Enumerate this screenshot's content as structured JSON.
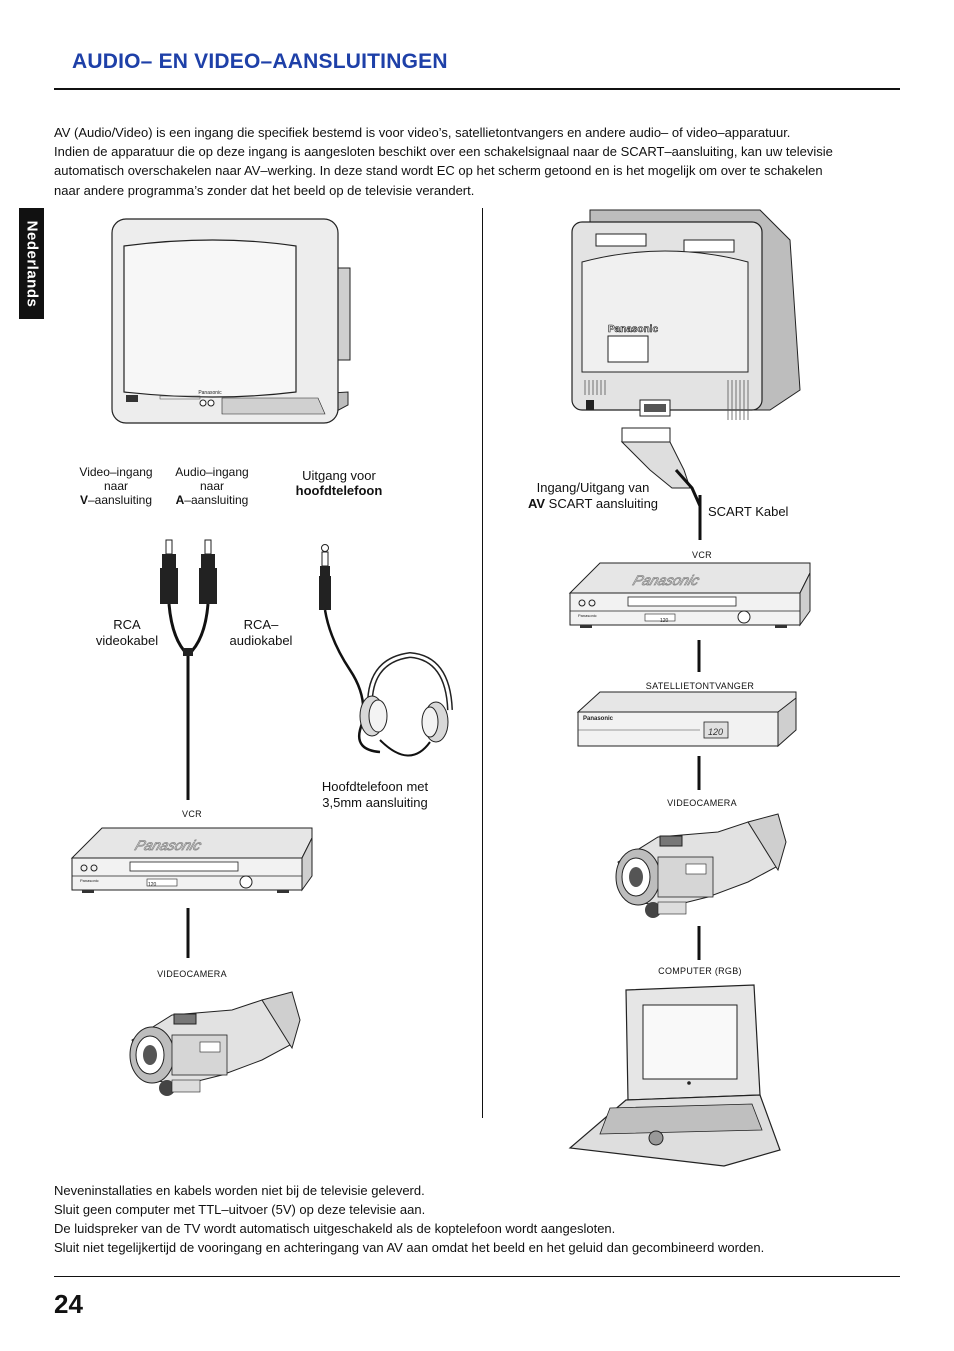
{
  "header": {
    "title": "AUDIO– EN VIDEO–AANSLUITINGEN"
  },
  "side_tab": "Nederlands",
  "intro": [
    "AV (Audio/Video) is een ingang die specifiek bestemd is voor video’s, satellietontvangers en andere audio– of video–apparatuur.",
    "Indien de apparatuur die op deze ingang is aangesloten beschikt over een schakelsignaal naar de SCART–aansluiting, kan uw televisie",
    "automatisch overschakelen naar AV–werking. In deze stand wordt EC op het scherm getoond en is het mogelijk om over te schakelen",
    "naar andere programma’s zonder dat het beeld op de televisie verandert."
  ],
  "left": {
    "video_in": [
      "Video–ingang",
      "naar",
      "V",
      "–aansluiting"
    ],
    "audio_in": [
      "Audio–ingang",
      "naar",
      "A",
      "–aansluiting"
    ],
    "headphone_out": [
      "Uitgang voor",
      "hoofdtelefoon"
    ],
    "rca_video": [
      "RCA",
      "videokabel"
    ],
    "rca_audio": [
      "RCA–",
      "audiokabel"
    ],
    "headphone": [
      "Hoofdtelefoon met",
      "3,5mm aansluiting"
    ],
    "vcr": "VCR",
    "camcorder": "VIDEOCAMERA"
  },
  "right": {
    "scart_io": [
      "Ingang/Uitgang van",
      "AV",
      " SCART aansluiting"
    ],
    "scart_cable": "SCART Kabel",
    "vcr": "VCR",
    "satellite": "SATELLIETONTVANGER",
    "camcorder": "VIDEOCAMERA",
    "computer": "COMPUTER (RGB)"
  },
  "devices": {
    "brand": "Panasonic",
    "display_value": "120"
  },
  "notes": [
    "Neveninstallaties en kabels worden niet bij de televisie geleverd.",
    "Sluit geen computer met TTL–uitvoer (5V) op deze televisie aan.",
    "De luidspreker van de TV wordt automatisch uitgeschakeld als de koptelefoon wordt aangesloten.",
    "Sluit niet tegelijkertijd de vooringang en achteringang van AV aan omdat het beeld en het geluid dan gecombineerd worden."
  ],
  "page_number": "24",
  "colors": {
    "title": "#1e40a8",
    "line": "#111111",
    "device_fill": "#e8e8e8"
  }
}
